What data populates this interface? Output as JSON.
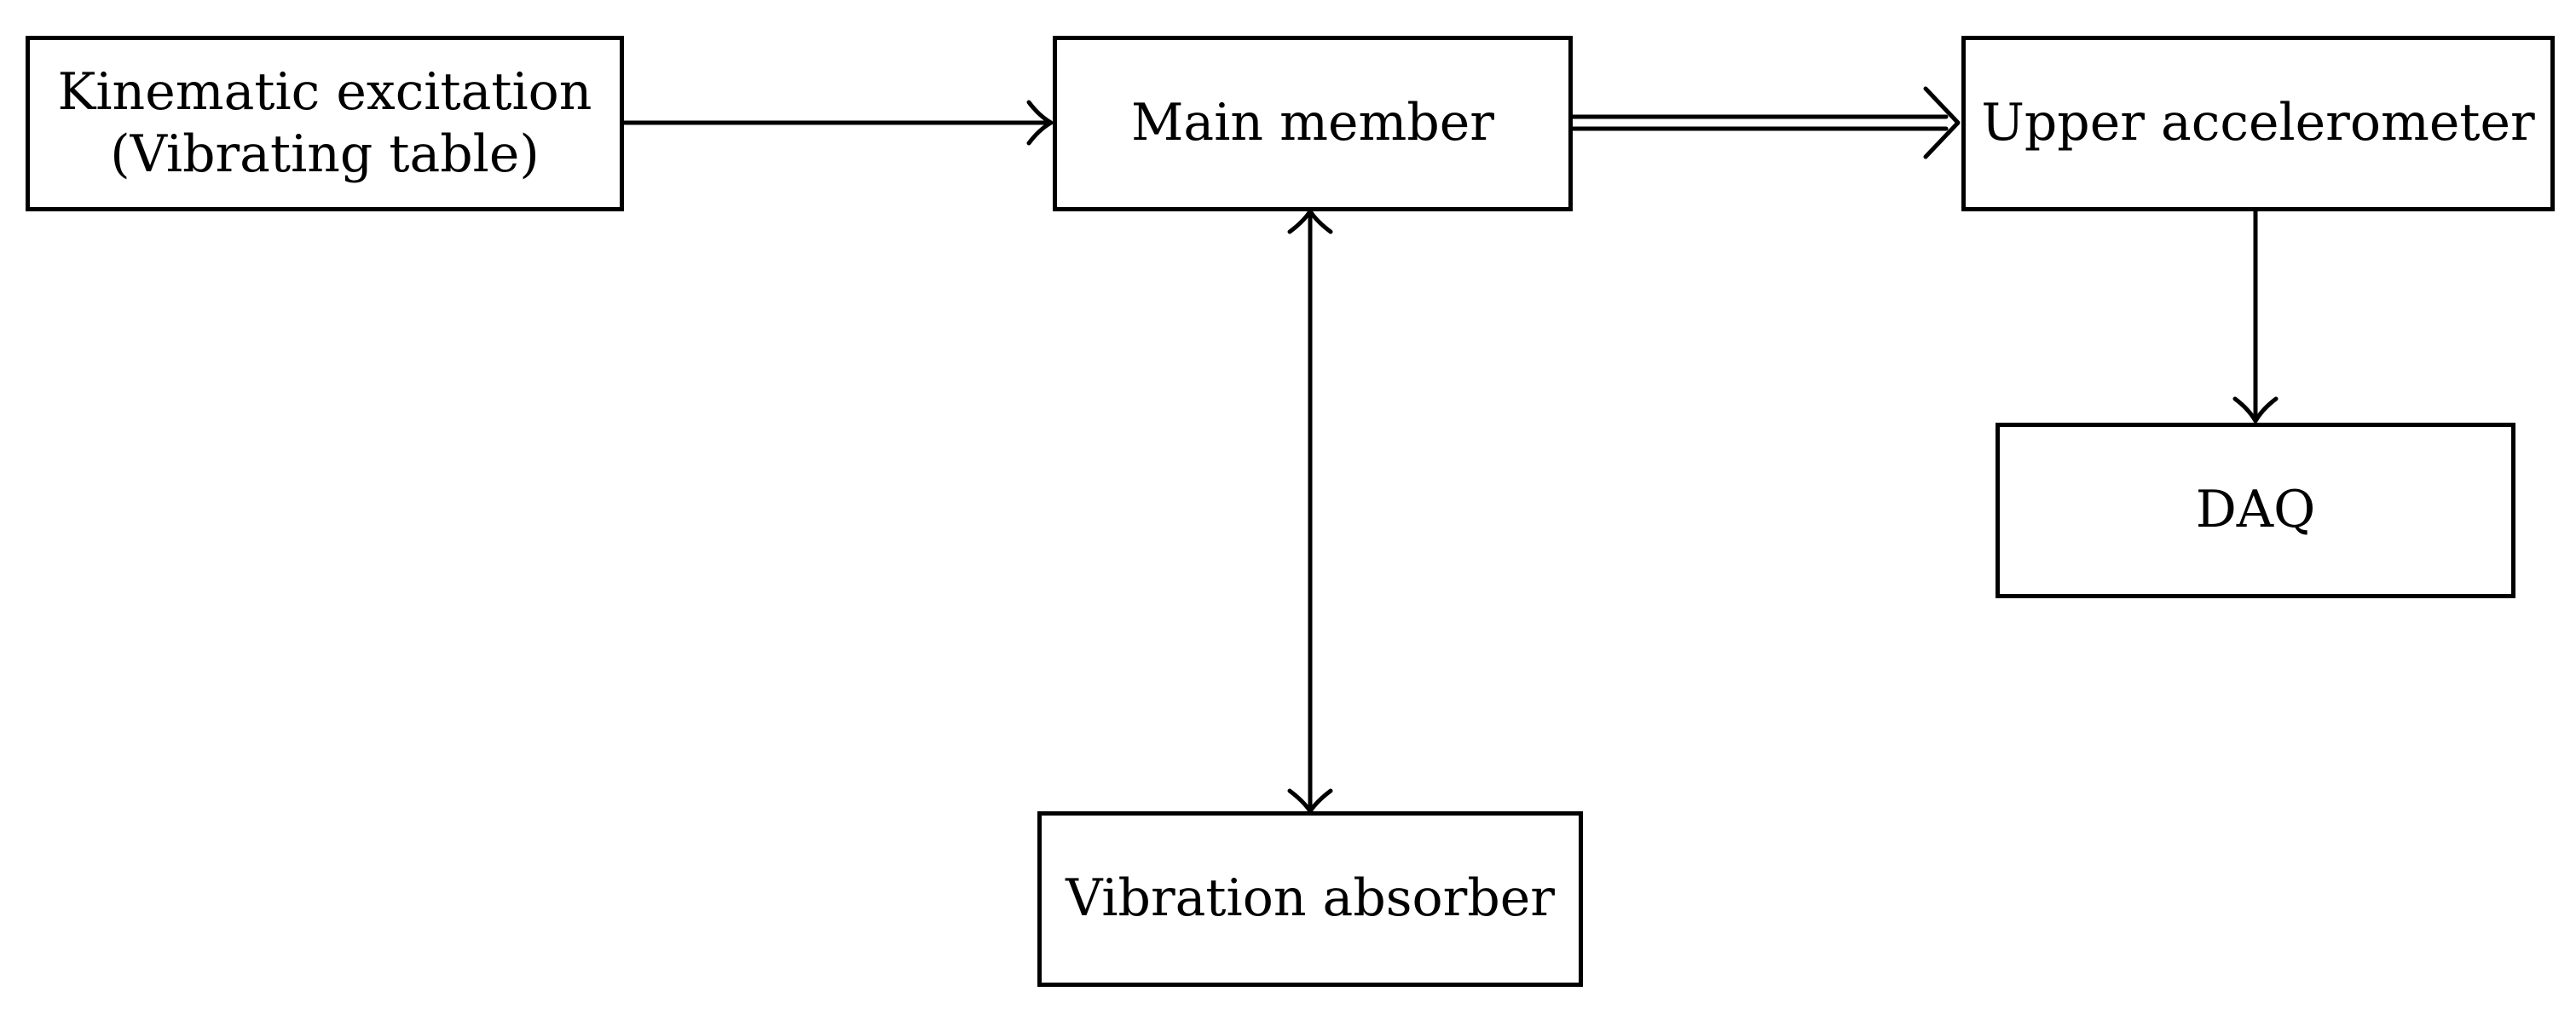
{
  "diagram": {
    "nodes": {
      "excitation": {
        "line1": "Kinematic excitation",
        "line2": "(Vibrating table)"
      },
      "main_member": {
        "label": "Main member"
      },
      "upper_accelerometer": {
        "label": "Upper accelerometer"
      },
      "daq": {
        "label": "DAQ"
      },
      "vibration_absorber": {
        "label": "Vibration absorber"
      }
    },
    "edges": [
      {
        "from": "excitation",
        "to": "main_member",
        "style": "single-arrow"
      },
      {
        "from": "main_member",
        "to": "upper_accelerometer",
        "style": "double-line-arrow"
      },
      {
        "from": "upper_accelerometer",
        "to": "daq",
        "style": "single-arrow"
      },
      {
        "from": "main_member",
        "to": "vibration_absorber",
        "style": "bidirectional-arrow"
      }
    ],
    "colors": {
      "stroke": "#000000",
      "background": "#ffffff"
    }
  }
}
